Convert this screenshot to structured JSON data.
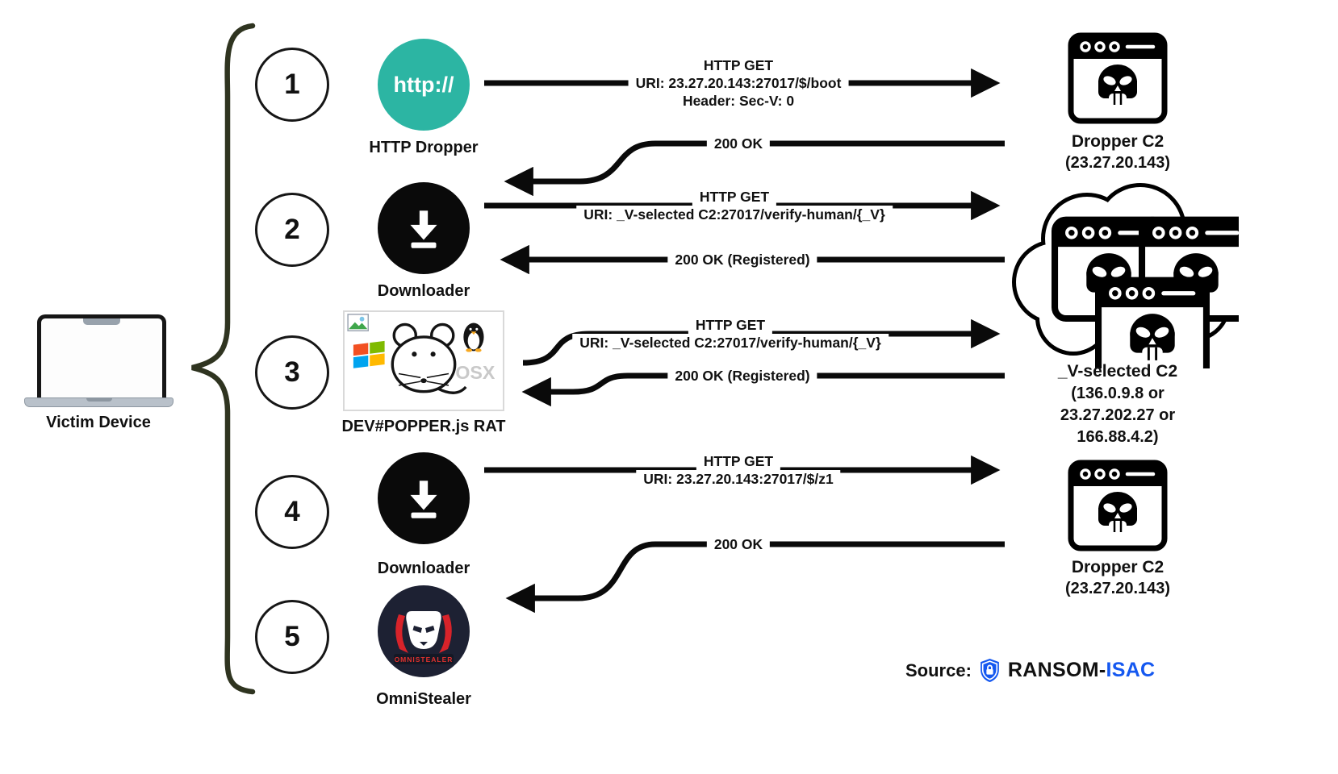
{
  "victim": {
    "label": "Victim Device"
  },
  "steps": [
    {
      "number": "1",
      "label": "HTTP Dropper"
    },
    {
      "number": "2",
      "label": "Downloader"
    },
    {
      "number": "3",
      "label": "DEV#POPPER.js RAT"
    },
    {
      "number": "4",
      "label": "Downloader"
    },
    {
      "number": "5",
      "label": "OmniStealer"
    }
  ],
  "messages": {
    "req1": {
      "method": "HTTP GET",
      "uri": "URI: 23.27.20.143:27017/$/boot",
      "header": "Header: Sec-V: 0"
    },
    "resp1": {
      "status": "200 OK"
    },
    "req2": {
      "method": "HTTP GET",
      "uri": "URI: _V-selected C2:27017/verify-human/{_V}"
    },
    "resp2": {
      "status": "200 OK (Registered)"
    },
    "req3": {
      "method": "HTTP GET",
      "uri": "URI: _V-selected C2:27017/verify-human/{_V}"
    },
    "resp3": {
      "status": "200 OK (Registered)"
    },
    "req4": {
      "method": "HTTP GET",
      "uri": "URI: 23.27.20.143:27017/$/z1"
    },
    "resp4": {
      "status": "200 OK"
    }
  },
  "servers": {
    "dropper_c2_top": {
      "name": "Dropper C2",
      "address": "(23.27.20.143)"
    },
    "v_selected_c2": {
      "name": "_V-selected C2",
      "address_lines": [
        "(136.0.9.8 or",
        "23.27.202.27 or",
        "166.88.4.2)"
      ]
    },
    "dropper_c2_bottom": {
      "name": "Dropper C2",
      "address": "(23.27.20.143)"
    }
  },
  "icon_text": {
    "http_dropper": "http://",
    "osx": "OSX",
    "omnistealer_banner": "OMNISTEALER"
  },
  "source": {
    "label": "Source:",
    "brand_primary": "RANSOM-",
    "brand_accent": "ISAC"
  },
  "colors": {
    "teal": "#2CB5A3",
    "accent_blue": "#1558F0",
    "red": "#D8232A",
    "navy": "#1D2133",
    "brace": "#2F3420"
  }
}
